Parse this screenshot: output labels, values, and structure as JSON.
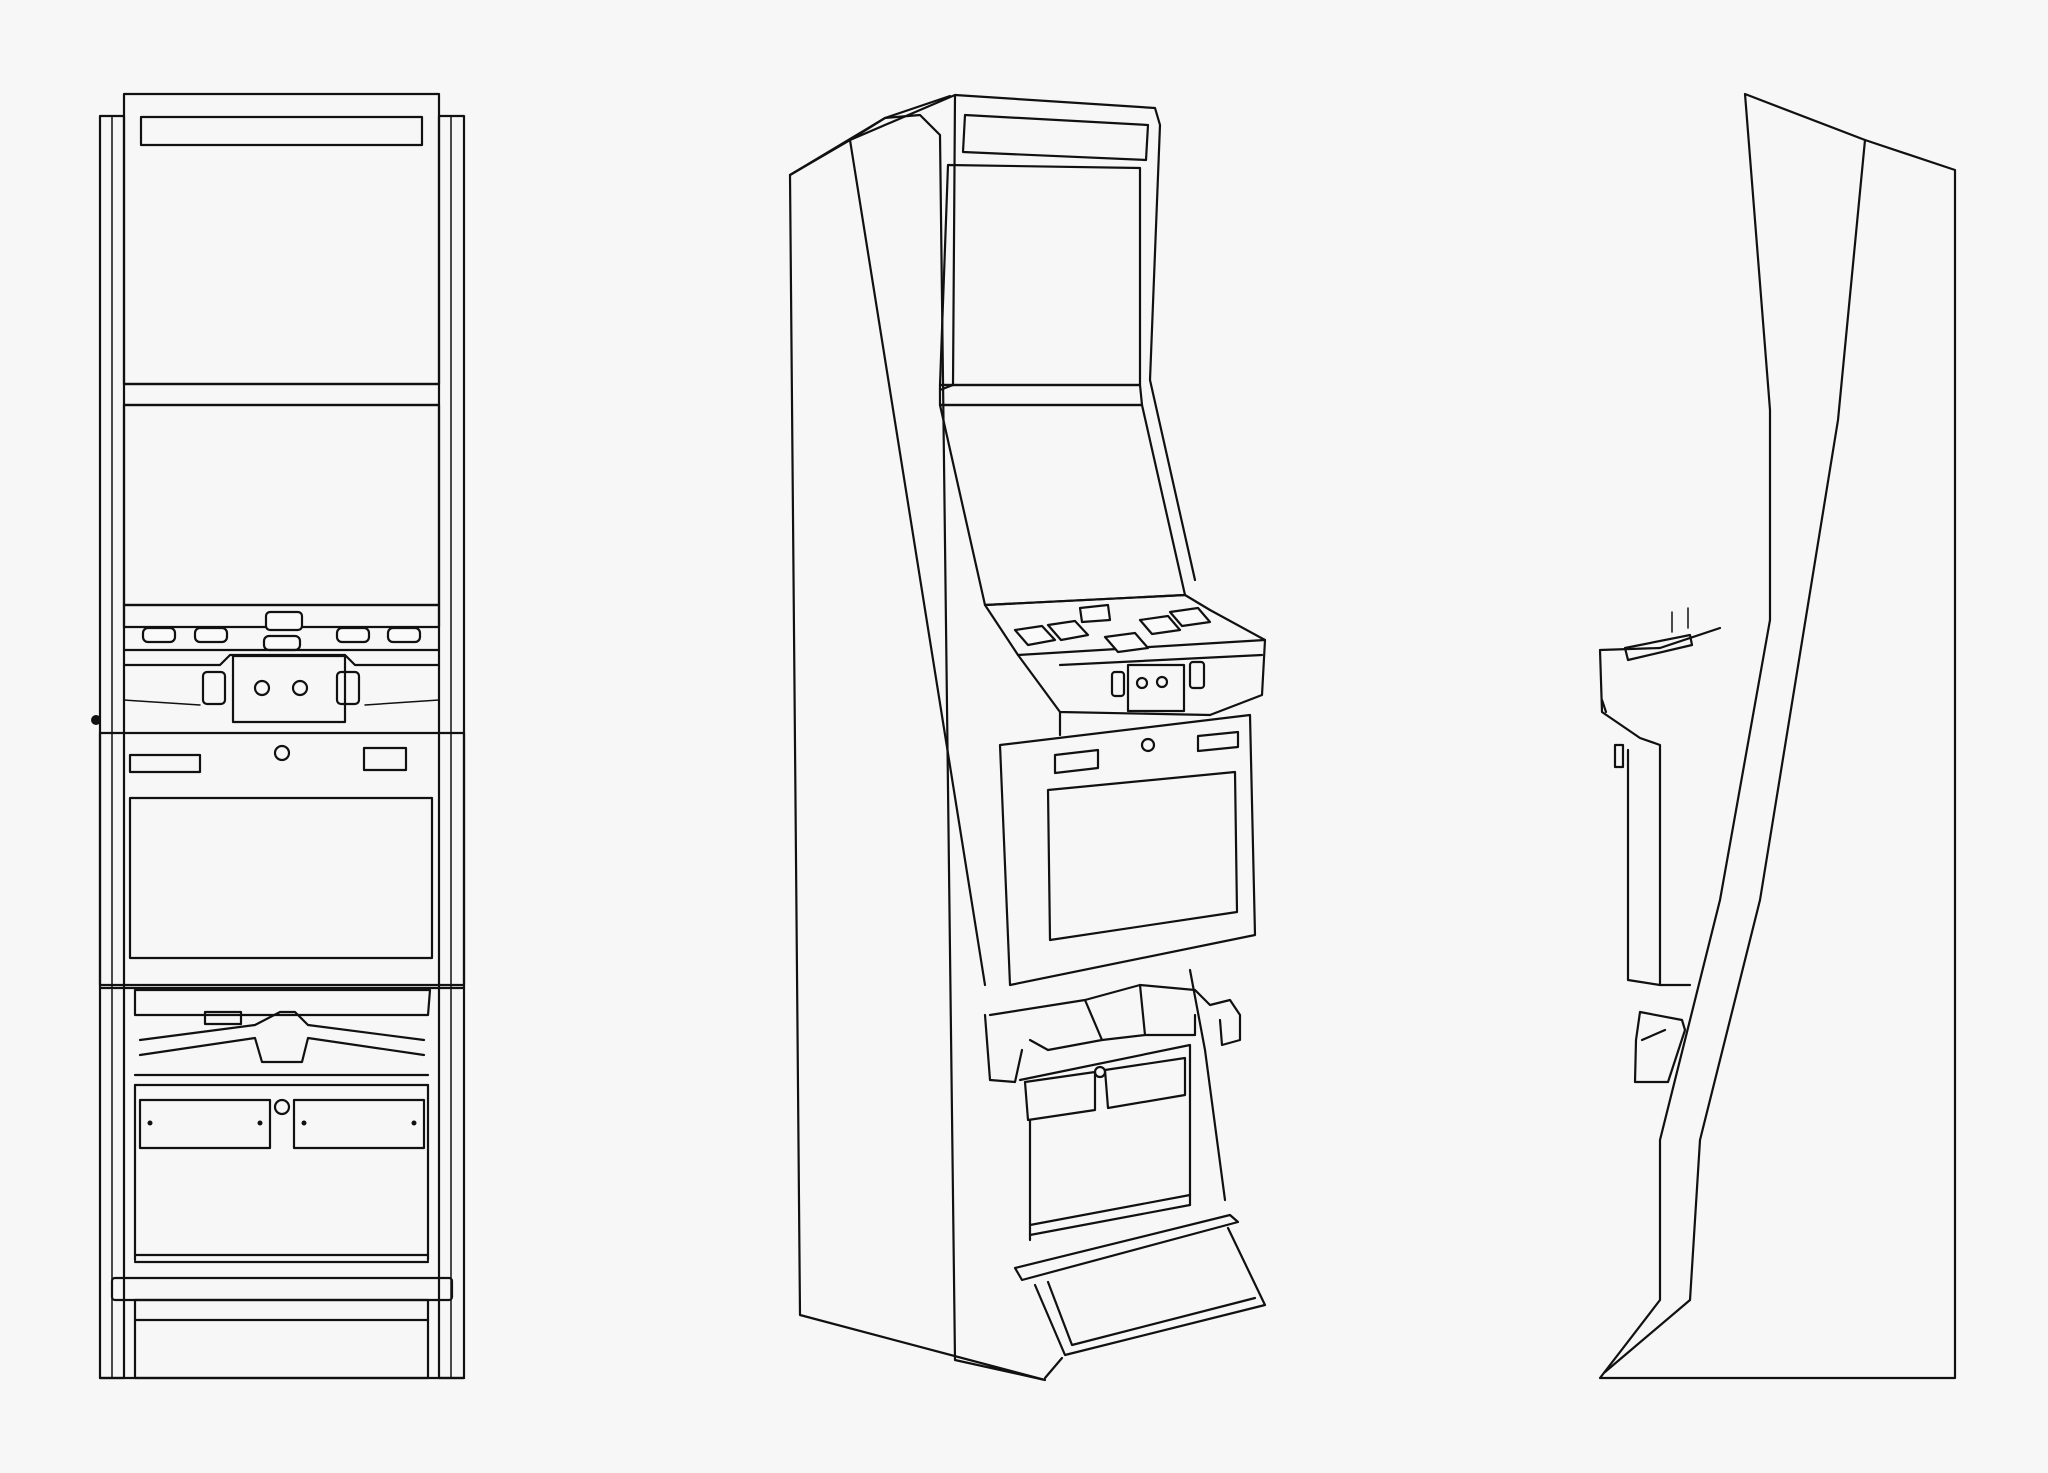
{
  "figure": {
    "views": [
      {
        "id": "front",
        "label": ""
      },
      {
        "id": "perspective",
        "label": ""
      },
      {
        "id": "side",
        "label": ""
      }
    ]
  },
  "colors": {
    "background": "#f7f7f7",
    "stroke": "#111111",
    "fill": "#fafafa"
  }
}
